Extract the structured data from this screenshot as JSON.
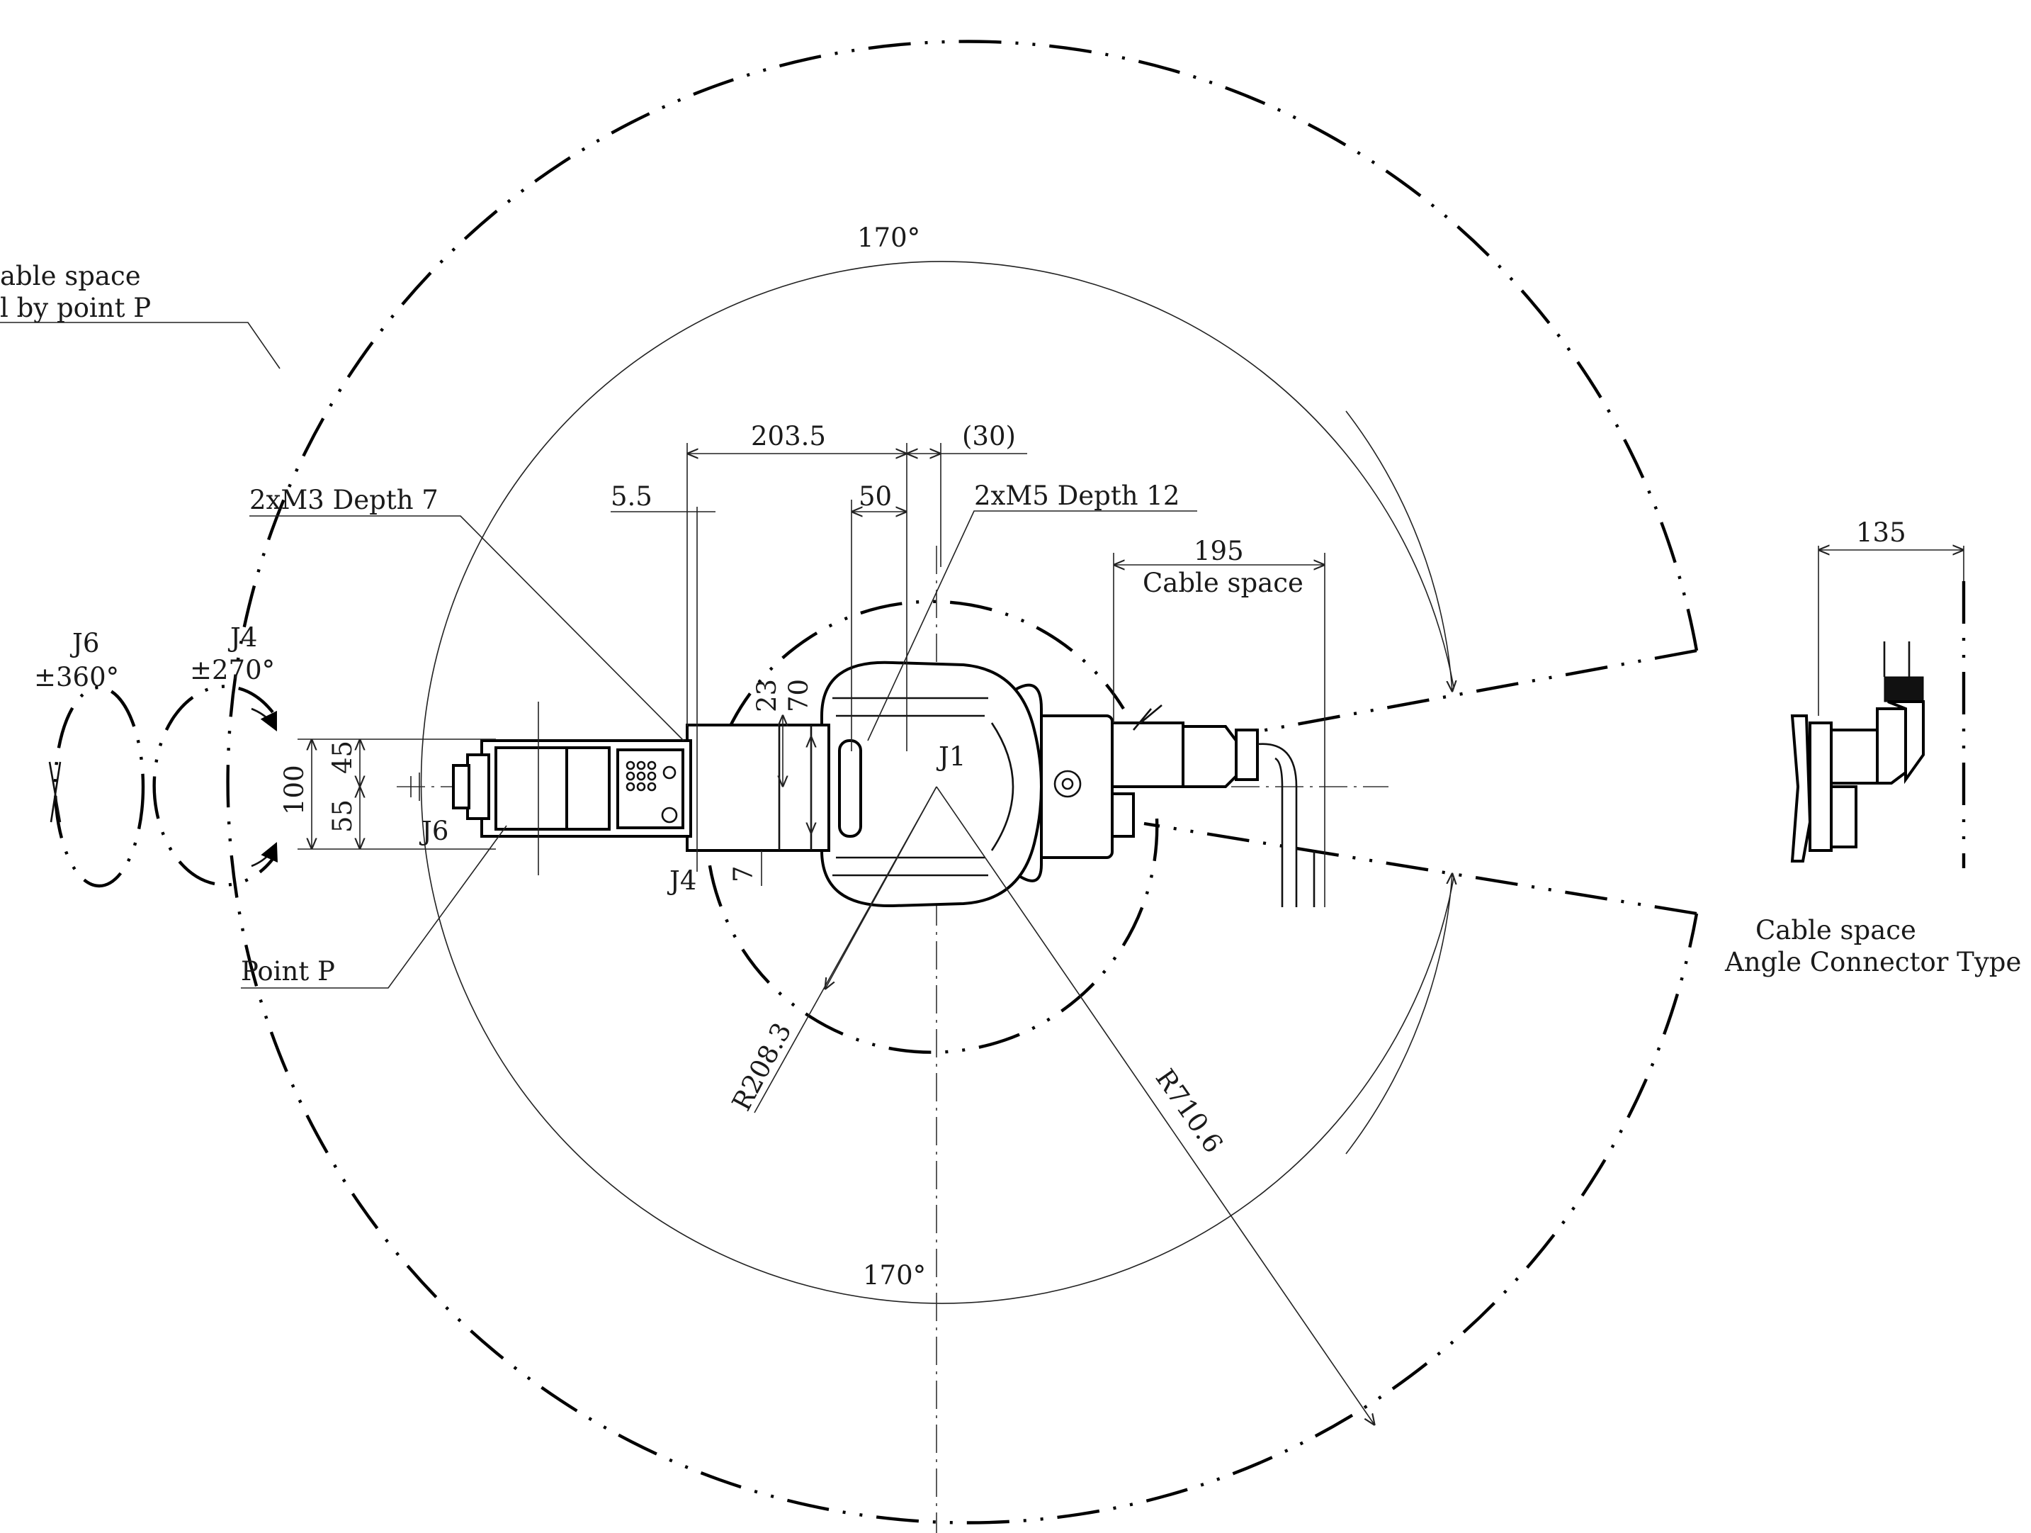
{
  "labels": {
    "allowable_cable_space": "able space",
    "allowable_cable_space_by_point": "l by point P",
    "j6_name": "J6",
    "j6_range": "±360°",
    "j4_name": "J4",
    "j4_range": "±270°",
    "angle_top": "170°",
    "angle_bottom": "170°",
    "dim_203_5": "203.5",
    "dim_30": "(30)",
    "dim_5_5": "5.5",
    "dim_50": "50",
    "m3_holes": "2xM3 Depth 7",
    "m5_holes": "2xM5 Depth 12",
    "dim_195": "195",
    "cable_space": "Cable space",
    "dim_135": "135",
    "dim_23": "23",
    "dim_70": "70",
    "dim_7": "7",
    "dim_100": "100",
    "dim_45": "45",
    "dim_55": "55",
    "j1_label": "J1",
    "j6_label": "J6",
    "j4_label": "J4",
    "point_p": "Point P",
    "r_208_3": "R208.3",
    "r_710_6": "R710.6",
    "side_cable_space": "Cable space",
    "angle_connector_type": "Angle Connector Type"
  },
  "colors": {
    "line": "#000000",
    "background": "#ffffff"
  }
}
